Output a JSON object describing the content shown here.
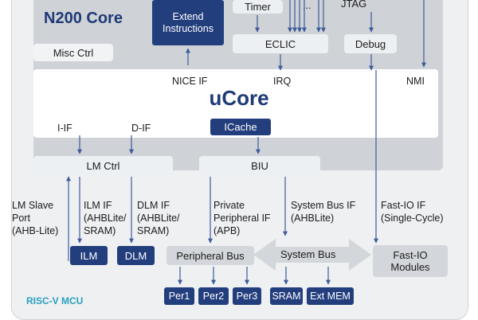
{
  "title": "N200 Core",
  "footer": "RISC-V MCU",
  "core_block": "uCore",
  "blocks": {
    "extend": "Extend Instructions",
    "timer": "Timer",
    "dots": "...",
    "jtag": "JTAG",
    "eclic": "ECLIC",
    "debug": "Debug",
    "misc": "Misc Ctrl",
    "icache": "ICache",
    "lmctrl": "LM Ctrl",
    "biu": "BIU",
    "ilm": "ILM",
    "dlm": "DLM",
    "periph_bus": "Peripheral Bus",
    "system_bus": "System Bus",
    "fastio": "Fast-IO Modules",
    "per1": "Per1",
    "per2": "Per2",
    "per3": "Per3",
    "sram": "SRAM",
    "extmem": "Ext MEM"
  },
  "labels": {
    "nice_if": "NICE IF",
    "irq": "IRQ",
    "nmi": "NMI",
    "iif": "I-IF",
    "dif": "D-IF",
    "lm_slave": [
      "LM Slave",
      "Port",
      "(AHB-Lite)"
    ],
    "ilm_if": [
      "ILM IF",
      "(AHBLite/",
      "SRAM)"
    ],
    "dlm_if": [
      "DLM IF",
      "(AHBLite/",
      "SRAM)"
    ],
    "private_pif": [
      "Private",
      "Peripheral IF",
      "(APB)"
    ],
    "sysbus_if": [
      "System Bus IF",
      "(AHBLite)"
    ],
    "fastio_if": [
      "Fast-IO IF",
      "(Single-Cycle)"
    ]
  },
  "colors": {
    "navy": "#233e7d",
    "wire": "#3d5a9b",
    "title": "#1e3a78",
    "footer": "#28a0bf"
  }
}
